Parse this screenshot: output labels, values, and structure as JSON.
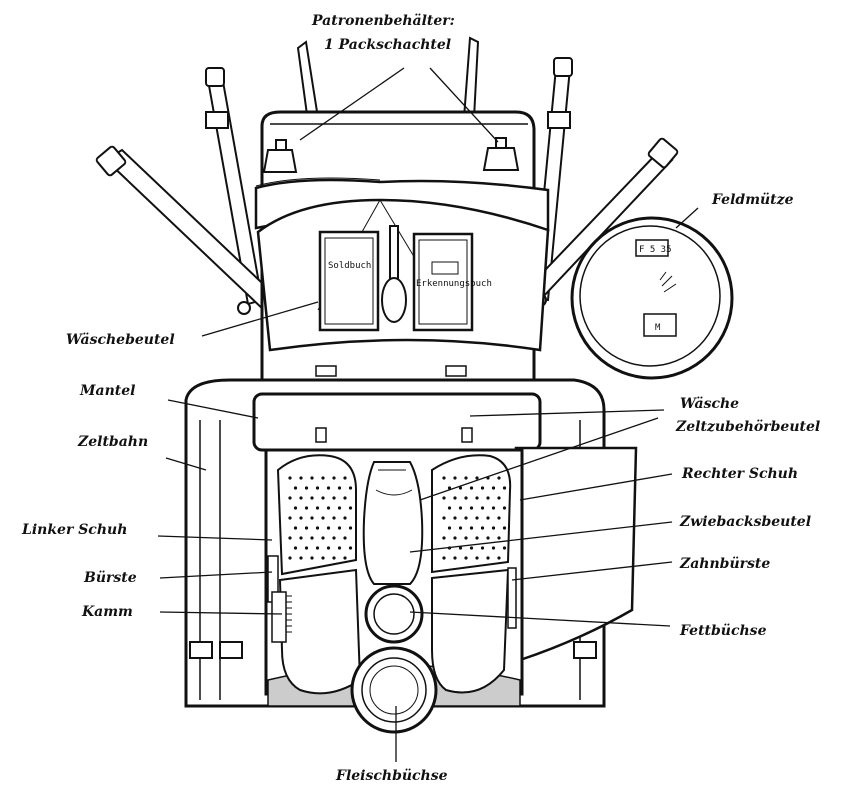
{
  "labels": {
    "patronen_line1": "Patronenbehälter:",
    "patronen_line2": "1 Packschachtel",
    "feldmuetze": "Feldmütze",
    "waeschebeutel": "Wäschebeutel",
    "mantel": "Mantel",
    "zeltbahn": "Zeltbahn",
    "linker_schuh": "Linker Schuh",
    "buerste": "Bürste",
    "kamm": "Kamm",
    "waesche": "Wäsche",
    "zeltzubehoerbeutel": "Zeltzubehörbeutel",
    "rechter_schuh": "Rechter Schuh",
    "zwiebacksbeutel": "Zwiebacksbeutel",
    "zahnbuerste": "Zahnbürste",
    "fettbuechse": "Fettbüchse",
    "fleischbuechse": "Fleischbüchse"
  },
  "inscriptions": {
    "soldbuch": "Soldbuch",
    "erkennungsbuch": "Erkennungsbuch",
    "cap_mark_top": "F 5 35",
    "cap_mark_bottom": "M"
  }
}
